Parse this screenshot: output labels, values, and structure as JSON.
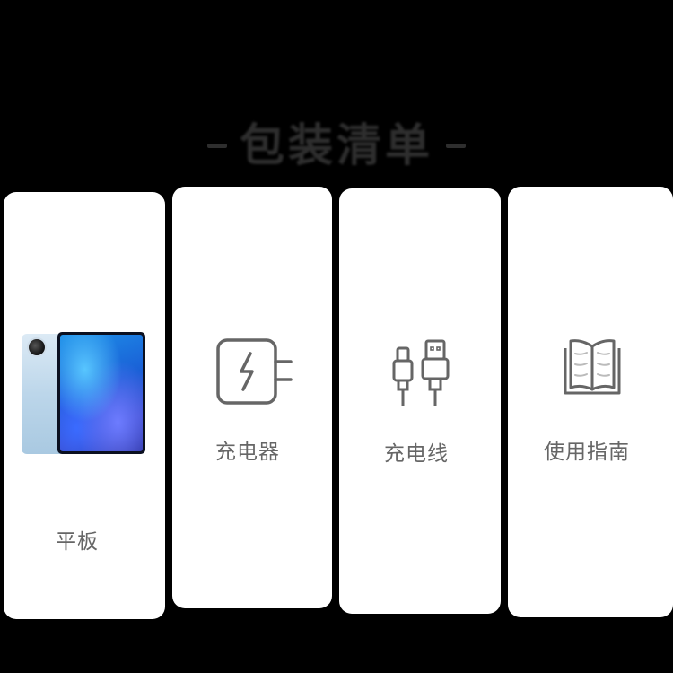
{
  "header": {
    "title": "包装清单",
    "dash_left": "-",
    "dash_right": "-"
  },
  "items": [
    {
      "label": "平板",
      "icon": "tablet-image"
    },
    {
      "label": "充电器",
      "icon": "charger-icon"
    },
    {
      "label": "充电线",
      "icon": "usb-cable-icon"
    },
    {
      "label": "使用指南",
      "icon": "open-book-icon"
    }
  ],
  "colors": {
    "background": "#000000",
    "card": "#ffffff",
    "title": "#2e2e2e",
    "label": "#666666",
    "icon_stroke": "#666666"
  }
}
